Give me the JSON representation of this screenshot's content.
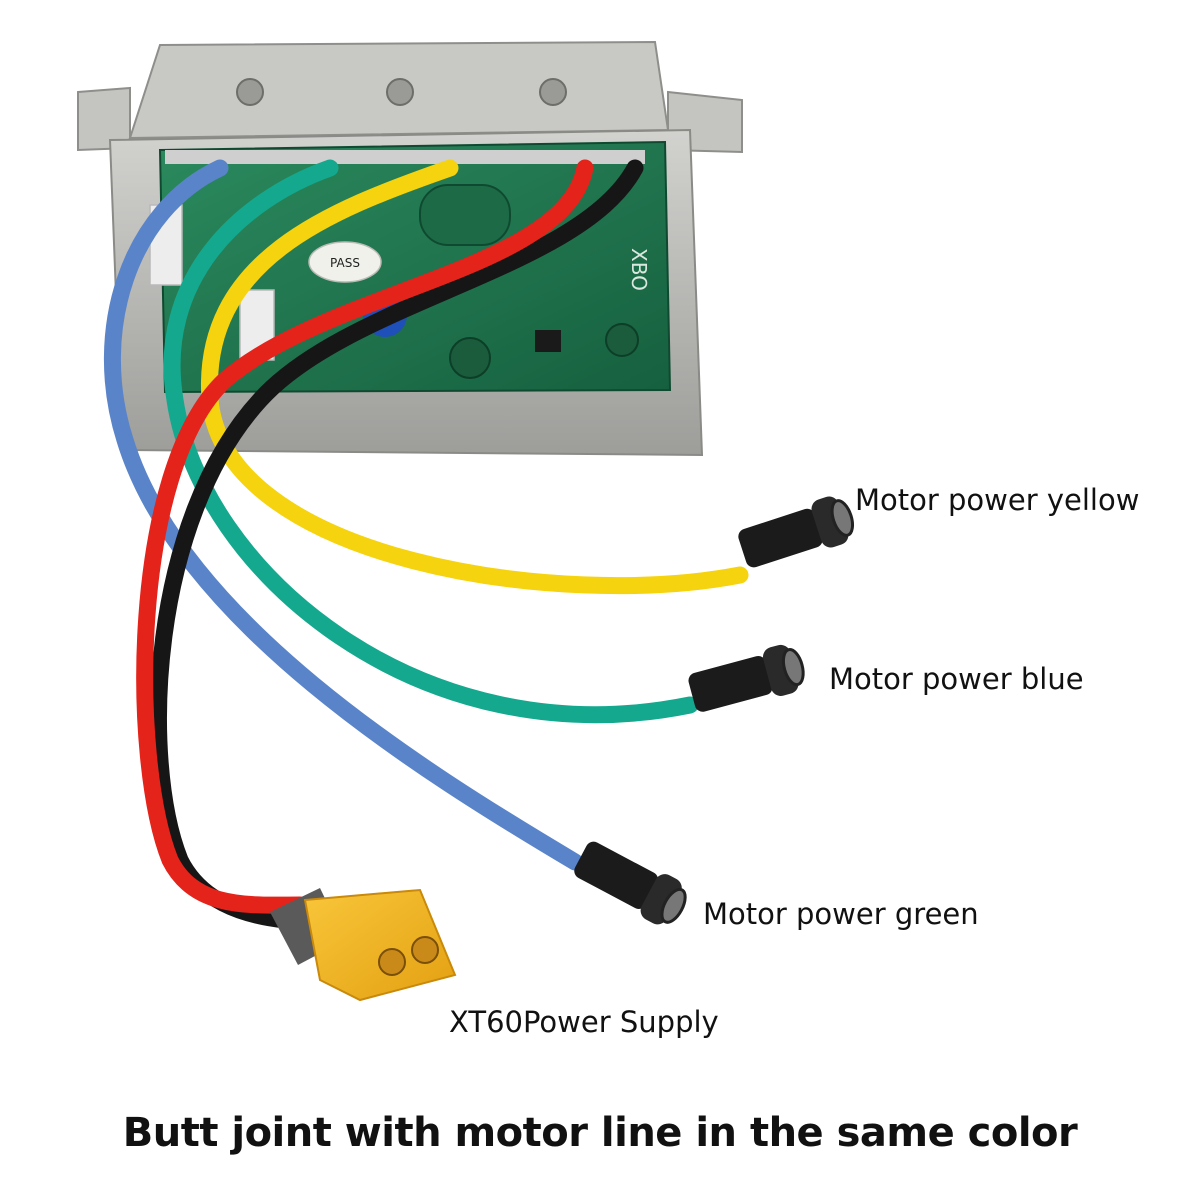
{
  "labels": {
    "yellow": "Motor power yellow",
    "blue": "Motor power blue",
    "green": "Motor power green",
    "xt60": "XT60Power Supply"
  },
  "caption": "Butt joint with motor line in the same color",
  "board_text": {
    "pass_sticker": "PASS",
    "brand": "XBO"
  },
  "colors": {
    "wire_yellow": "#f5d30f",
    "wire_green": "#14a98e",
    "wire_blue": "#5a84c9",
    "wire_red": "#e4231b",
    "wire_black": "#161616",
    "xt60_body": "#f3b41a",
    "pcb": "#1f7a52",
    "housing": "#b7b7b4"
  }
}
